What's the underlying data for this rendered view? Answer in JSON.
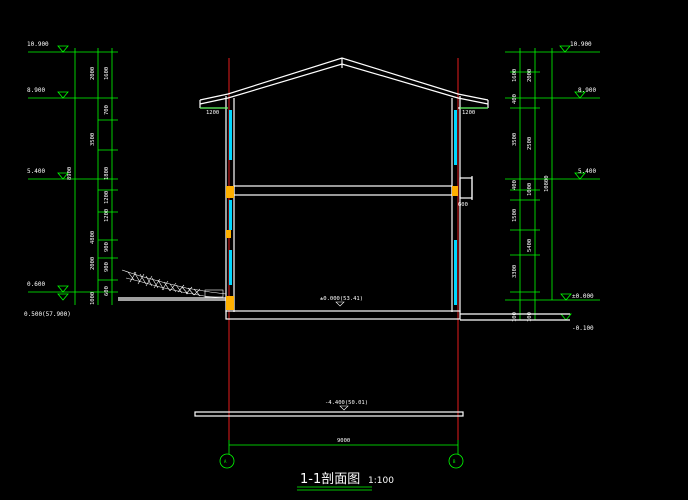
{
  "drawing": {
    "title": "1-1剖面图",
    "scale": "1:100"
  },
  "left_levels": [
    "10.900",
    "8.900",
    "5.400",
    "0.600",
    "0.500",
    "(57.900)"
  ],
  "left_dims": [
    "2000",
    "1600",
    "700",
    "3500",
    "1800",
    "8900",
    "1200",
    "4800",
    "1200",
    "900",
    "2000",
    "900",
    "1000",
    "600"
  ],
  "right_levels": [
    "10.900",
    "8.900",
    "5.400",
    "±0.000",
    "-0.100"
  ],
  "right_dims": [
    "1600",
    "2000",
    "400",
    "3500",
    "2500",
    "400",
    "1000",
    "10800",
    "1500",
    "5400",
    "3300",
    "100",
    "100"
  ],
  "plan_dims": {
    "eave_left": "1200",
    "eave_right": "1200",
    "window": "600",
    "span": "9000"
  },
  "floor_labels": {
    "floor": "±0.000(53.41)",
    "basement": "-4.400(50.01)"
  },
  "axes": {
    "left": "A",
    "right": "B"
  },
  "colors": {
    "outline": "#ffffff",
    "dim": "#00ff00",
    "axis_line": "#ff2020",
    "glass": "#00d7ff",
    "column": "#ffb000"
  }
}
